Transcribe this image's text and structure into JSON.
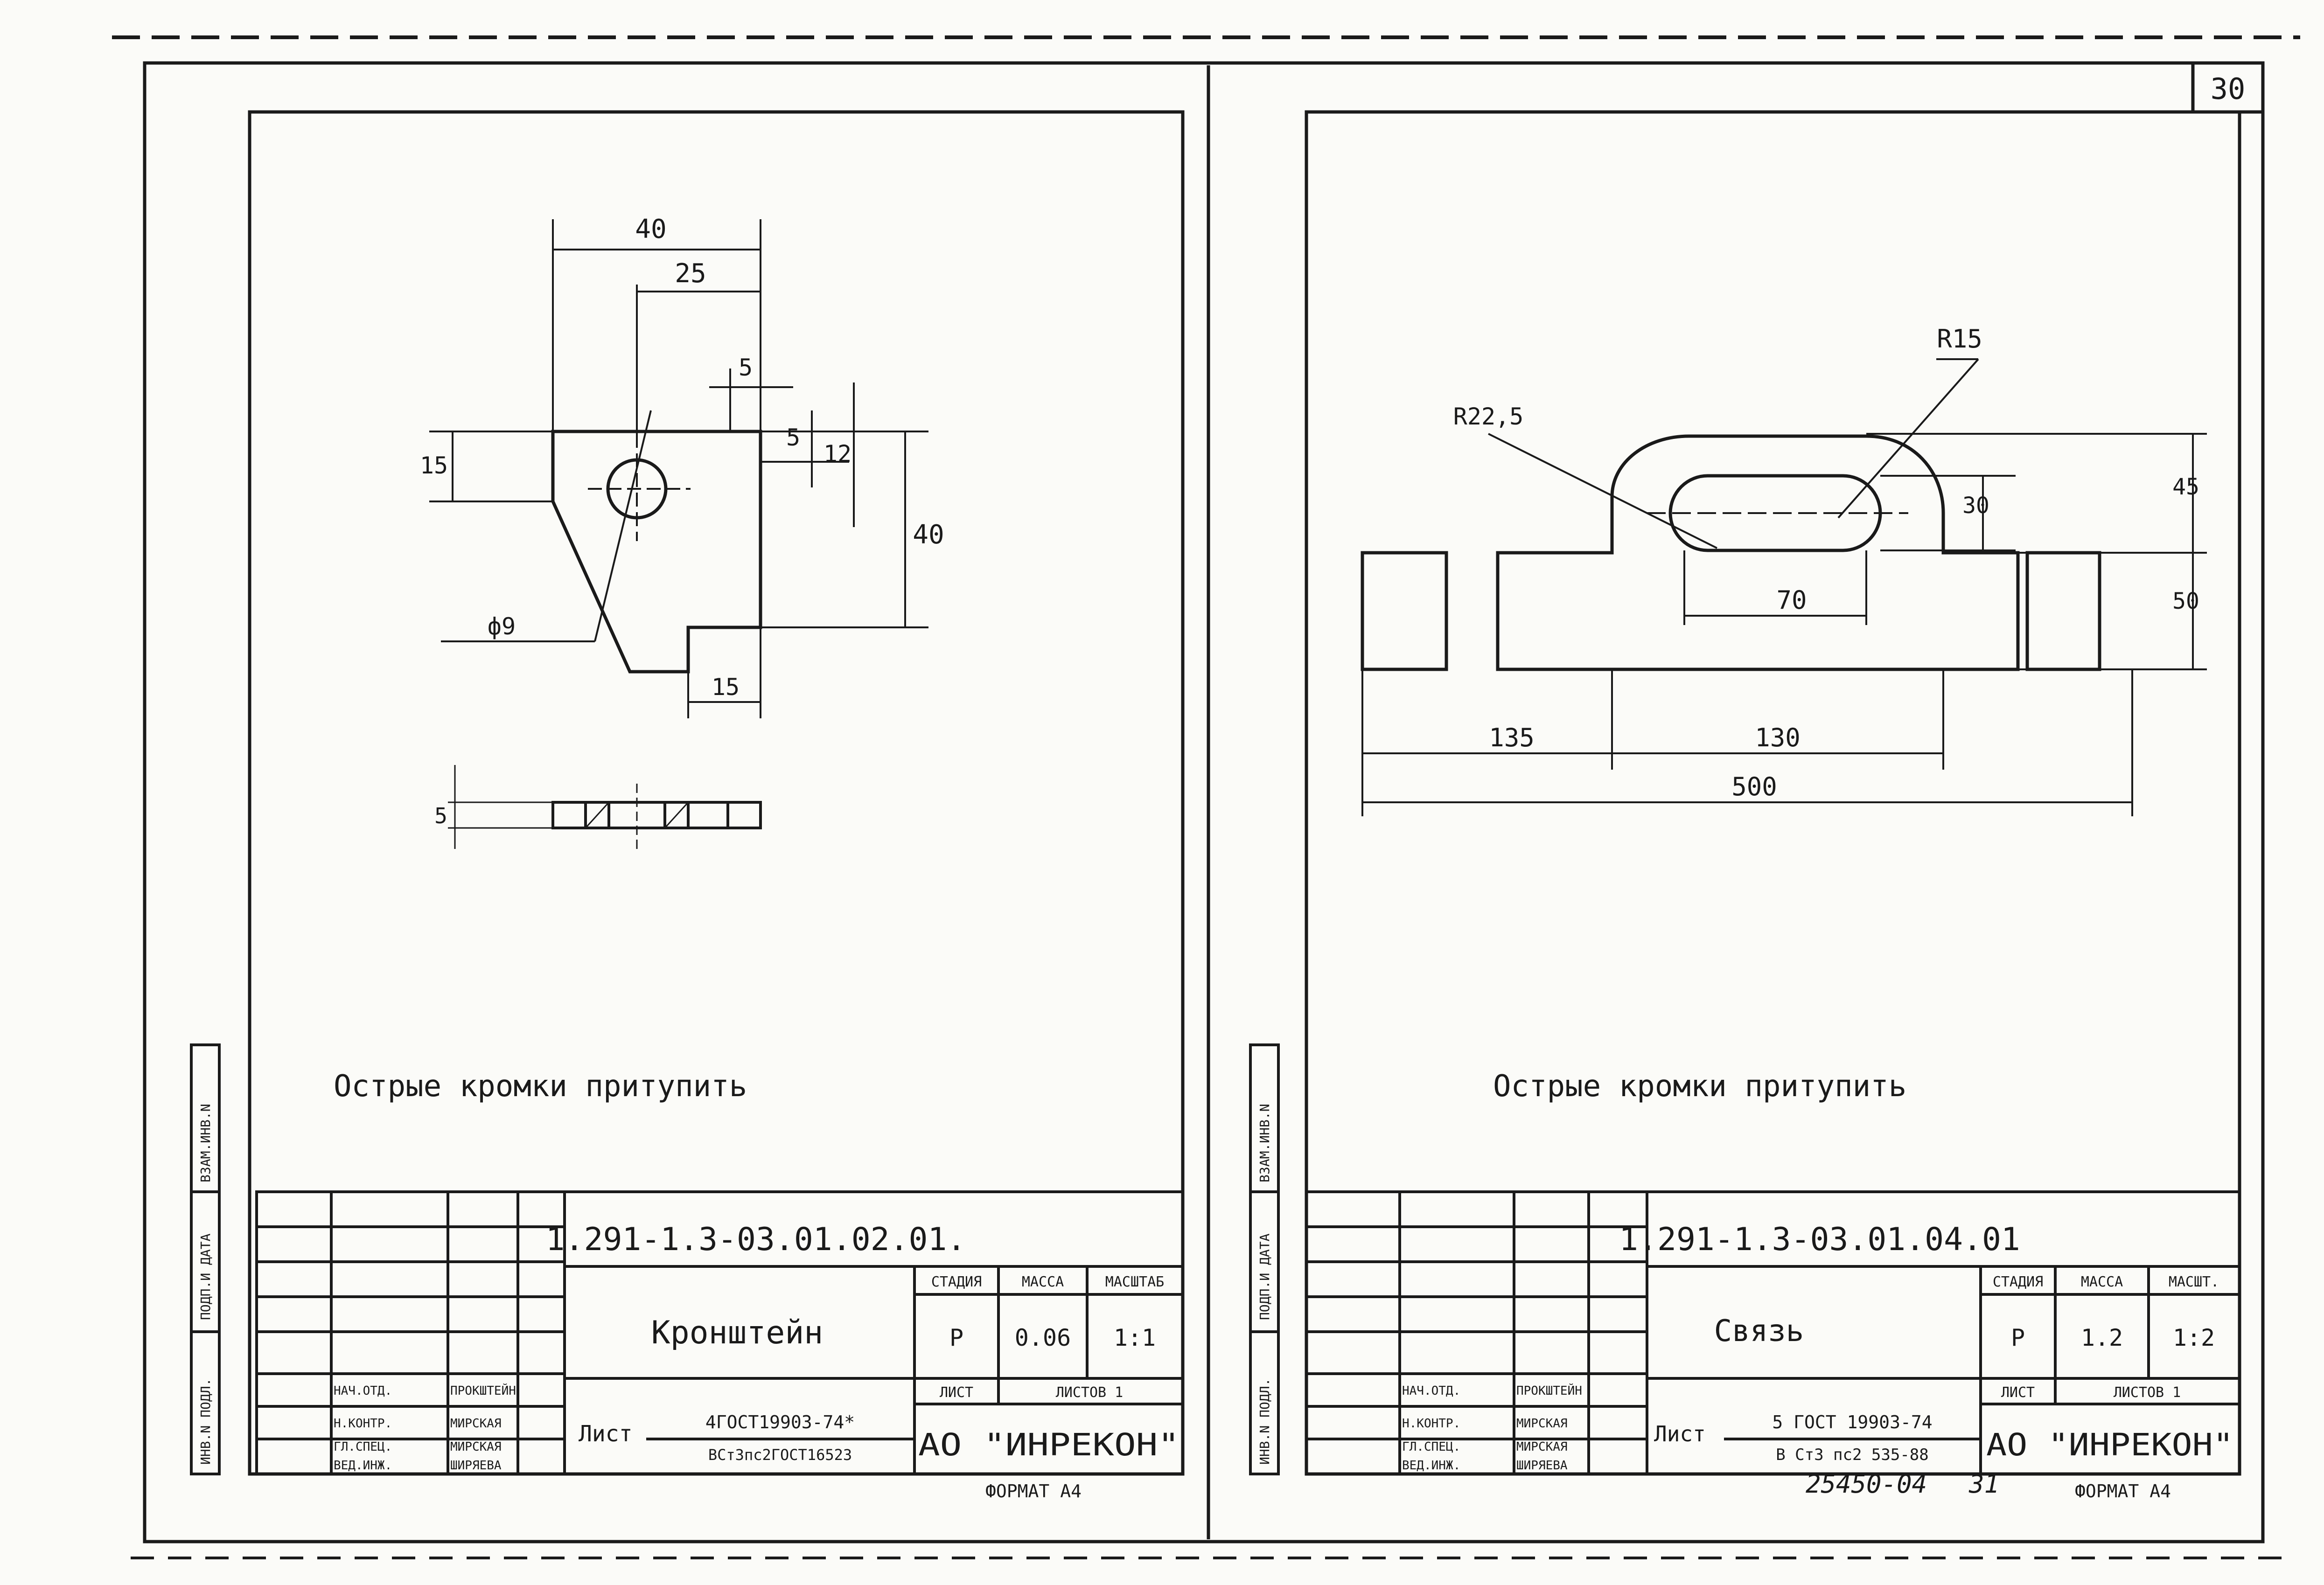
{
  "page_number": "30",
  "left_sheet": {
    "drawing": {
      "dim_40_top": "40",
      "dim_25": "25",
      "dim_5_a": "5",
      "dim_5_b": "5",
      "dim_12": "12",
      "dim_15_left": "15",
      "dim_40_right": "40",
      "dim_15_bottom": "15",
      "hole_diameter": "ф9",
      "thickness": "5"
    },
    "note": "Острые кромки притупить",
    "title_block": {
      "designation": "1.291-1.3-03.01.02.01.",
      "name": "Кронштейн",
      "stage_header": "СТАДИЯ",
      "mass_header": "МАССА",
      "scale_header": "МАСШТАБ",
      "stage": "Р",
      "mass": "0.06",
      "scale": "1:1",
      "sheet_header": "ЛИСТ",
      "sheets_header": "ЛИСТОВ 1",
      "material_label": "Лист",
      "material_top": "4ГОСТ19903-74*",
      "material_bottom": "ВСт3пс2ГОСТ16523",
      "organization": "АО \"ИНРЕКОН\"",
      "roles": [
        "НАЧ.ОТД.",
        "Н.КОНТР.",
        "ГЛ.СПЕЦ.",
        "ВЕД.ИНЖ."
      ],
      "names": [
        "ПРОКШТЕЙН",
        "МИРСКАЯ",
        "МИРСКАЯ",
        "ШИРЯЕВА"
      ],
      "side_labels": [
        "ИНВ.N ПОДЛ.",
        "ПОДП.И ДАТА",
        "ВЗАМ.ИНВ.N"
      ],
      "format": "ФОРМАТ А4"
    }
  },
  "right_sheet": {
    "drawing": {
      "radius_small": "R15",
      "radius_large": "R22,5",
      "dim_30": "30",
      "dim_45": "45",
      "dim_70": "70",
      "dim_50": "50",
      "dim_135": "135",
      "dim_130": "130",
      "dim_500": "500"
    },
    "note": "Острые кромки притупить",
    "title_block": {
      "designation": "1.291-1.3-03.01.04.01",
      "name": "Связь",
      "stage_header": "СТАДИЯ",
      "mass_header": "МАССА",
      "scale_header": "МАСШТ.",
      "stage": "Р",
      "mass": "1.2",
      "scale": "1:2",
      "sheet_header": "ЛИСТ",
      "sheets_header": "ЛИСТОВ 1",
      "material_label": "Лист",
      "material_top": "5 ГОСТ 19903-74",
      "material_bottom": "В Ст3 пс2 535-88",
      "organization": "АО \"ИНРЕКОН\"",
      "roles": [
        "НАЧ.ОТД.",
        "Н.КОНТР.",
        "ГЛ.СПЕЦ.",
        "ВЕД.ИНЖ."
      ],
      "names": [
        "ПРОКШТЕЙН",
        "МИРСКАЯ",
        "МИРСКАЯ",
        "ШИРЯЕВА"
      ],
      "side_labels": [
        "ИНВ.N ПОДЛ.",
        "ПОДП.И ДАТА",
        "ВЗАМ.ИНВ.N"
      ],
      "format": "ФОРМАТ А4"
    }
  },
  "archive_number": "25450-04",
  "archive_sheet": "31"
}
